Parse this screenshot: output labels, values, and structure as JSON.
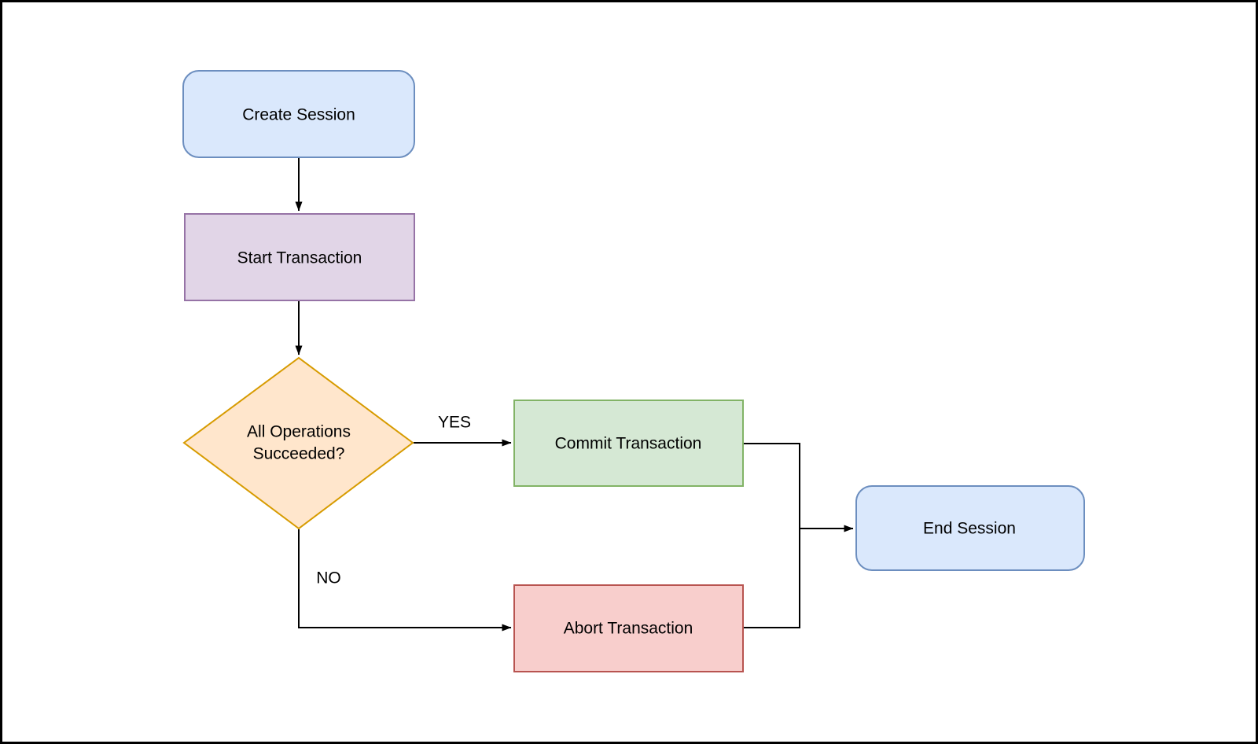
{
  "diagram": {
    "type": "flowchart",
    "background": "#ffffff",
    "border_color": "#000000",
    "connector_color": "#000000",
    "text_color": "#000000"
  },
  "nodes": {
    "create_session": {
      "label": "Create Session",
      "shape": "rounded-rectangle",
      "fill": "#dae8fc",
      "stroke": "#6c8ebf"
    },
    "start_transaction": {
      "label": "Start Transaction",
      "shape": "rectangle",
      "fill": "#e1d5e7",
      "stroke": "#9673a6"
    },
    "decision": {
      "label": "All Operations Succeeded?",
      "line1": "All Operations",
      "line2": "Succeeded?",
      "shape": "diamond",
      "fill": "#ffe6cc",
      "stroke": "#d79b00"
    },
    "commit_transaction": {
      "label": "Commit Transaction",
      "shape": "rectangle",
      "fill": "#d5e8d4",
      "stroke": "#82b366"
    },
    "abort_transaction": {
      "label": "Abort Transaction",
      "shape": "rectangle",
      "fill": "#f8cecc",
      "stroke": "#b85450"
    },
    "end_session": {
      "label": "End Session",
      "shape": "rounded-rectangle",
      "fill": "#dae8fc",
      "stroke": "#6c8ebf"
    }
  },
  "edges": {
    "create_to_start": {
      "from": "create_session",
      "to": "start_transaction",
      "label": ""
    },
    "start_to_decision": {
      "from": "start_transaction",
      "to": "decision",
      "label": ""
    },
    "decision_yes": {
      "from": "decision",
      "to": "commit_transaction",
      "label": "YES"
    },
    "decision_no": {
      "from": "decision",
      "to": "abort_transaction",
      "label": "NO"
    },
    "commit_to_end": {
      "from": "commit_transaction",
      "to": "end_session",
      "label": ""
    },
    "abort_to_end": {
      "from": "abort_transaction",
      "to": "end_session",
      "label": ""
    }
  }
}
